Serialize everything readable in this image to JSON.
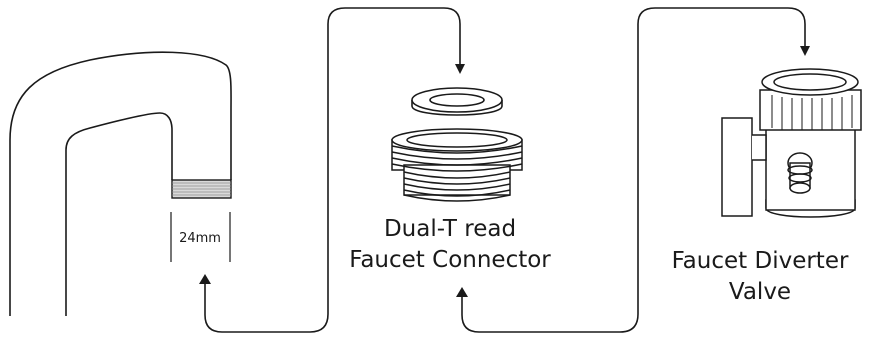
{
  "labels": {
    "measurement": "24mm",
    "connector_line1": "Dual-T read",
    "connector_line2": "Faucet Connector",
    "valve_line1": "Faucet Diverter",
    "valve_line2": "Valve"
  },
  "colors": {
    "line": "#1a1a1a",
    "fill": "#ffffff",
    "thread_band": "#d9d9d9"
  }
}
